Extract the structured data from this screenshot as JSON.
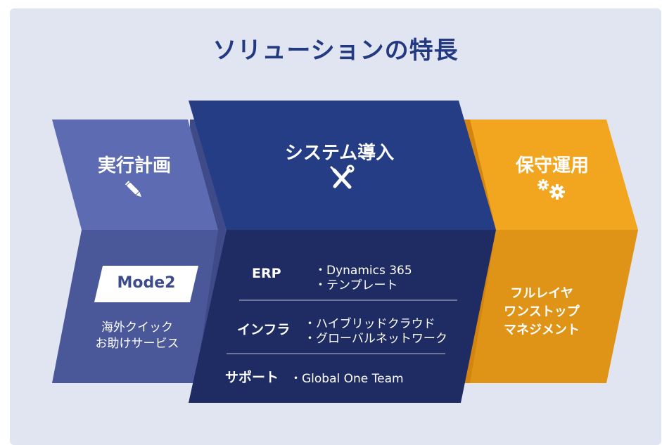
{
  "title": "ソリューションの特長",
  "phases": {
    "plan": {
      "label": "実行計画",
      "icon": "pen-icon",
      "badge": "Mode2",
      "description_lines": [
        "海外クイック",
        "お助けサービス"
      ],
      "colors": {
        "top": "#5d6cb2",
        "bottom": "#4a5899",
        "dark": "#3f4b89",
        "badge_text": "#3b4b8c"
      }
    },
    "implementation": {
      "label": "システム導入",
      "icon": "tools-icon",
      "rows": [
        {
          "label": "ERP",
          "items": [
            "・Dynamics 365",
            "・テンプレート"
          ]
        },
        {
          "label": "インフラ",
          "items": [
            "・ハイブリッドクラウド",
            "・グローバルネットワーク"
          ]
        },
        {
          "label": "サポート",
          "items": [
            "・Global One Team"
          ]
        }
      ],
      "colors": {
        "top": "#243d84",
        "bottom": "#1e2c63"
      }
    },
    "operation": {
      "label": "保守運用",
      "icon": "gears-icon",
      "description_lines": [
        "フルレイヤ",
        "ワンストップ",
        "マネジメント"
      ],
      "colors": {
        "top": "#f2a51f",
        "bottom": "#df9418",
        "dark": "#d48510"
      }
    }
  },
  "colors": {
    "background": "#e1e5f2",
    "title": "#243a80"
  }
}
